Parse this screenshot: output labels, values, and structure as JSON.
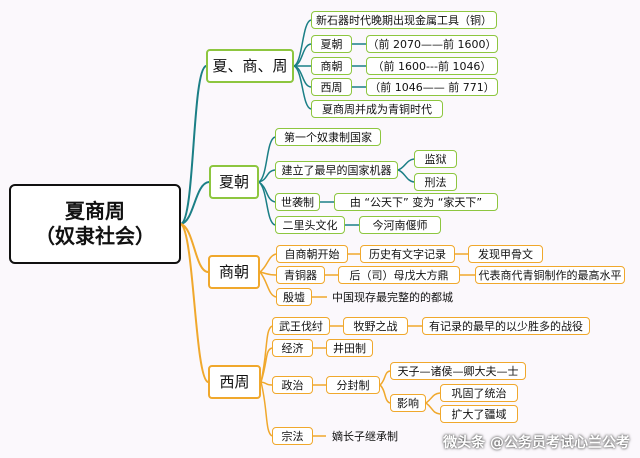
{
  "root": {
    "line1": "夏商周",
    "line2": "（奴隶社会）"
  },
  "branches": {
    "xsz": {
      "label": "夏、商、周",
      "items": [
        "新石器时代晚期出现金属工具（铜）",
        "夏朝",
        "商朝",
        "西周",
        "夏商周并成为青铜时代"
      ],
      "dates": [
        "（前 2070——前 1600）",
        "（前 1600---前 1046）",
        "（前 1046—— 前 771）"
      ]
    },
    "xia": {
      "label": "夏朝",
      "items": [
        "第一个奴隶制国家",
        "建立了最早的国家机器",
        "监狱",
        "刑法",
        "世袭制",
        "由 “公天下” 变为 “家天下”",
        "二里头文化",
        "今河南偃师"
      ]
    },
    "shang": {
      "label": "商朝",
      "items": [
        "自商朝开始",
        "历史有文字记录",
        "发现甲骨文",
        "青铜器",
        "后（司）母戊大方鼎",
        "代表商代青铜制作的最高水平",
        "殷墟",
        "中国现存最完整的的都城"
      ]
    },
    "zhou": {
      "label": "西周",
      "items": [
        "武王伐纣",
        "牧野之战",
        "有记录的最早的以少胜多的战役",
        "经济",
        "井田制",
        "政治",
        "分封制",
        "天子—诸侯—卿大夫—士",
        "影响",
        "巩固了统治",
        "扩大了疆域",
        "宗法",
        "嫡长子继承制"
      ]
    }
  },
  "watermark": "微头条 @公务员考试心兰公考",
  "colors": {
    "teal": "#1b7f86",
    "orange": "#f0a82c",
    "green": "#8dc63f",
    "blue": "#2f6fb5"
  }
}
